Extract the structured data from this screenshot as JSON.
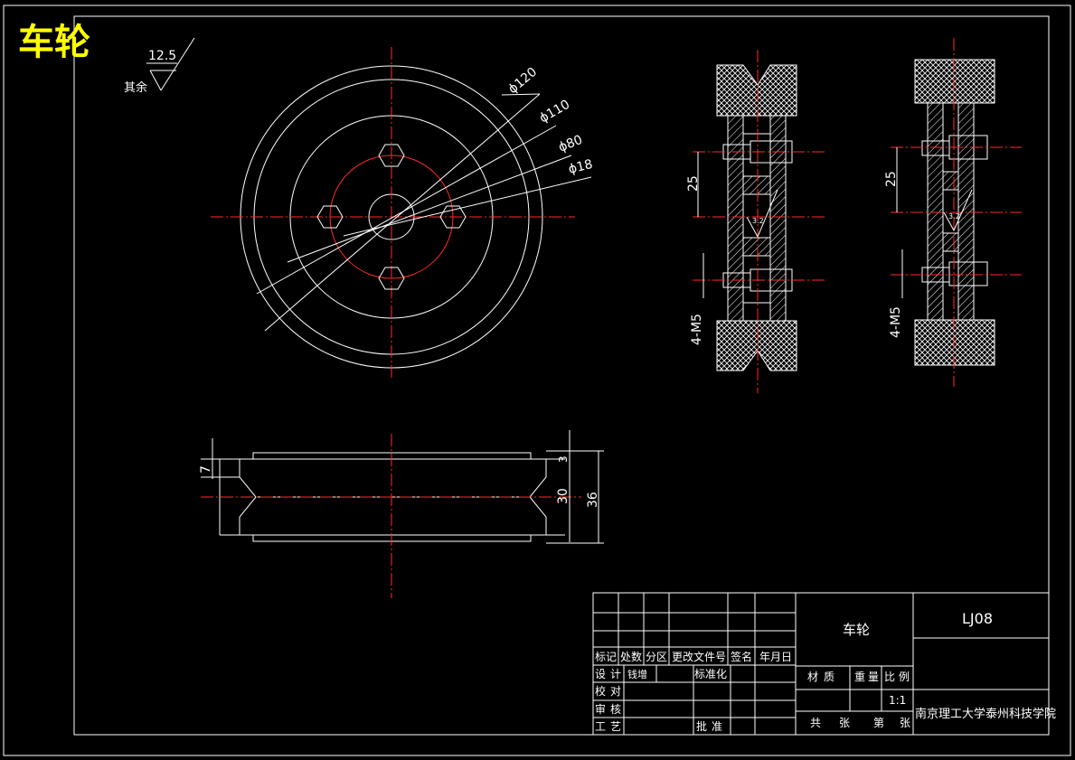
{
  "title": "车轮",
  "roughness": {
    "value": "12.5",
    "label": "其余"
  },
  "front_view": {
    "dims": [
      "ϕ120",
      "ϕ110",
      "ϕ80",
      "ϕ18"
    ]
  },
  "side_view": {
    "dim_width": "7",
    "dim_inner": "3",
    "dim_30": "30",
    "dim_36": "36"
  },
  "section_left": {
    "dim_25": "25",
    "thread": "4-M5",
    "rough": "3.2"
  },
  "section_right": {
    "dim_25": "25",
    "thread": "4-M5",
    "rough": "3.2"
  },
  "title_block": {
    "part_name": "车轮",
    "drawing_no": "LJ08",
    "headers": [
      "标记",
      "处数",
      "分区",
      "更改文件号",
      "签名",
      "年月日"
    ],
    "row_design": "设计",
    "row_design_name": "钱增",
    "row_std": "标准化",
    "row_check": "校对",
    "row_review": "审核",
    "row_process": "工艺",
    "row_approve": "批准",
    "material": "材质",
    "weight": "重量",
    "scale": "比例",
    "scale_value": "1:1",
    "total": "共",
    "sheets": "张",
    "page": "第",
    "page_sheet": "张",
    "institution": "南京理工大学泰州科技学院"
  }
}
